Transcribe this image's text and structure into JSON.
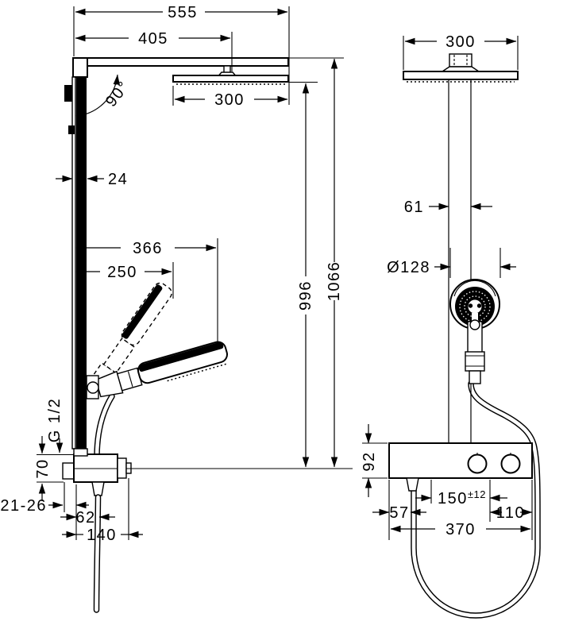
{
  "dims": {
    "side": {
      "total_width": "555",
      "arm_width": "405",
      "head_width": "300",
      "angle": "90°",
      "bar_depth": "24",
      "reach": "366",
      "handshower_length": "250",
      "height_to_head": "996",
      "total_height": "1066",
      "thread": "G 1/2",
      "supply_height": "70",
      "wall_gap": "21-26",
      "hose_offset": "62",
      "depth": "140"
    },
    "front": {
      "head_width": "300",
      "bar_width": "61",
      "handshower_diameter": "Ø128",
      "body_height": "92",
      "outlet_offset": "57",
      "connection_spacing": "150",
      "connection_tolerance": "±12",
      "knob_spacing": "110",
      "body_width": "370"
    }
  }
}
